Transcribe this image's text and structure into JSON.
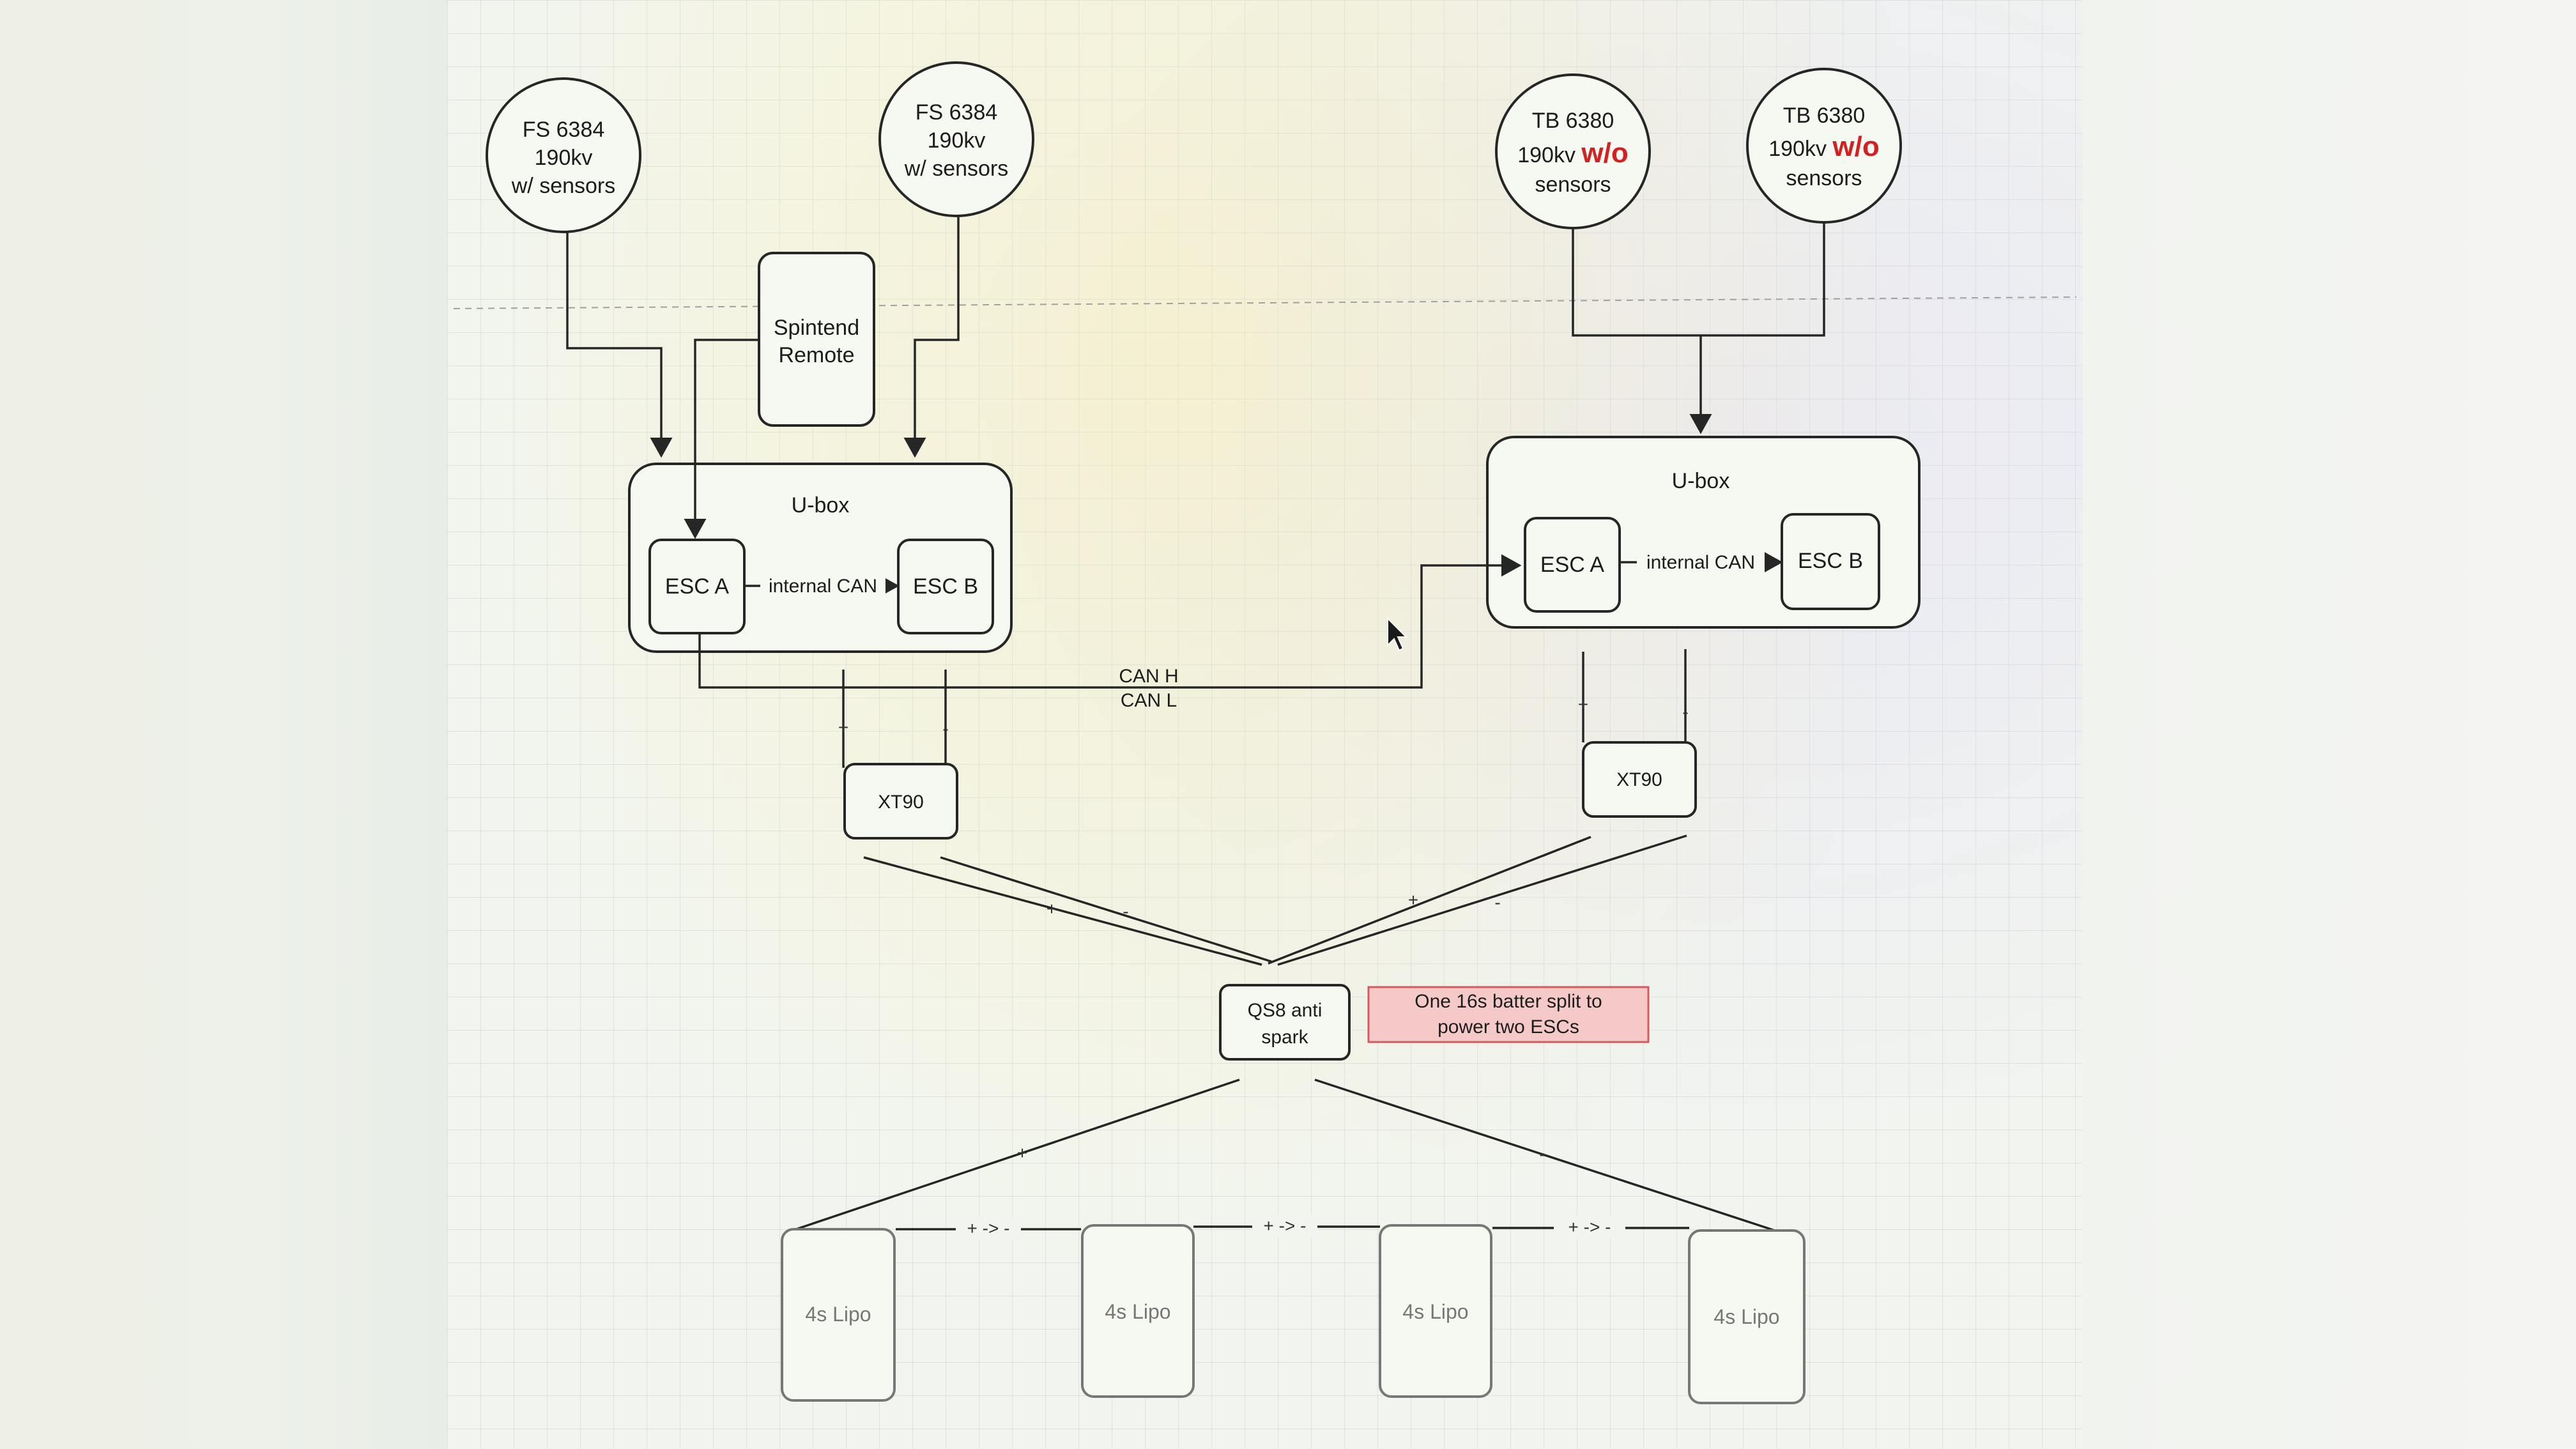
{
  "motors": [
    {
      "line1": "FS 6384",
      "line2": "190kv",
      "line2_highlight": "",
      "line3": "w/ sensors"
    },
    {
      "line1": "FS 6384",
      "line2": "190kv",
      "line2_highlight": "",
      "line3": "w/ sensors"
    },
    {
      "line1": "TB 6380",
      "line2": "190kv ",
      "line2_highlight": "w/o",
      "line3": "sensors"
    },
    {
      "line1": "TB 6380",
      "line2": "190kv ",
      "line2_highlight": "w/o",
      "line3": "sensors"
    }
  ],
  "remote": {
    "line1": "Spintend",
    "line2": "Remote"
  },
  "uboxes": [
    {
      "title": "U-box",
      "esc_a": "ESC A",
      "esc_b": "ESC B",
      "link": "internal CAN"
    },
    {
      "title": "U-box",
      "esc_a": "ESC A",
      "esc_b": "ESC B",
      "link": "internal CAN"
    }
  ],
  "can_bus": {
    "high": "CAN H",
    "low": "CAN L"
  },
  "connectors": {
    "xt90_left": "XT90",
    "xt90_right": "XT90"
  },
  "antispark": {
    "line1": "QS8 anti",
    "line2": "spark"
  },
  "note": {
    "line1": "One 16s batter split to",
    "line2": "power two ESCs",
    "fill": "#f6c9c9",
    "border": "#d45b5b"
  },
  "batteries": [
    "4s Lipo",
    "4s Lipo",
    "4s Lipo",
    "4s Lipo"
  ],
  "series_links": [
    "+ ->  -",
    "+ ->  -",
    "+ ->  -"
  ],
  "polarity": {
    "plus": "+",
    "minus": "-"
  },
  "colors": {
    "highlight": "#d42020",
    "stroke": "#262626"
  },
  "icons": {
    "cursor": "mouse-pointer-icon"
  }
}
